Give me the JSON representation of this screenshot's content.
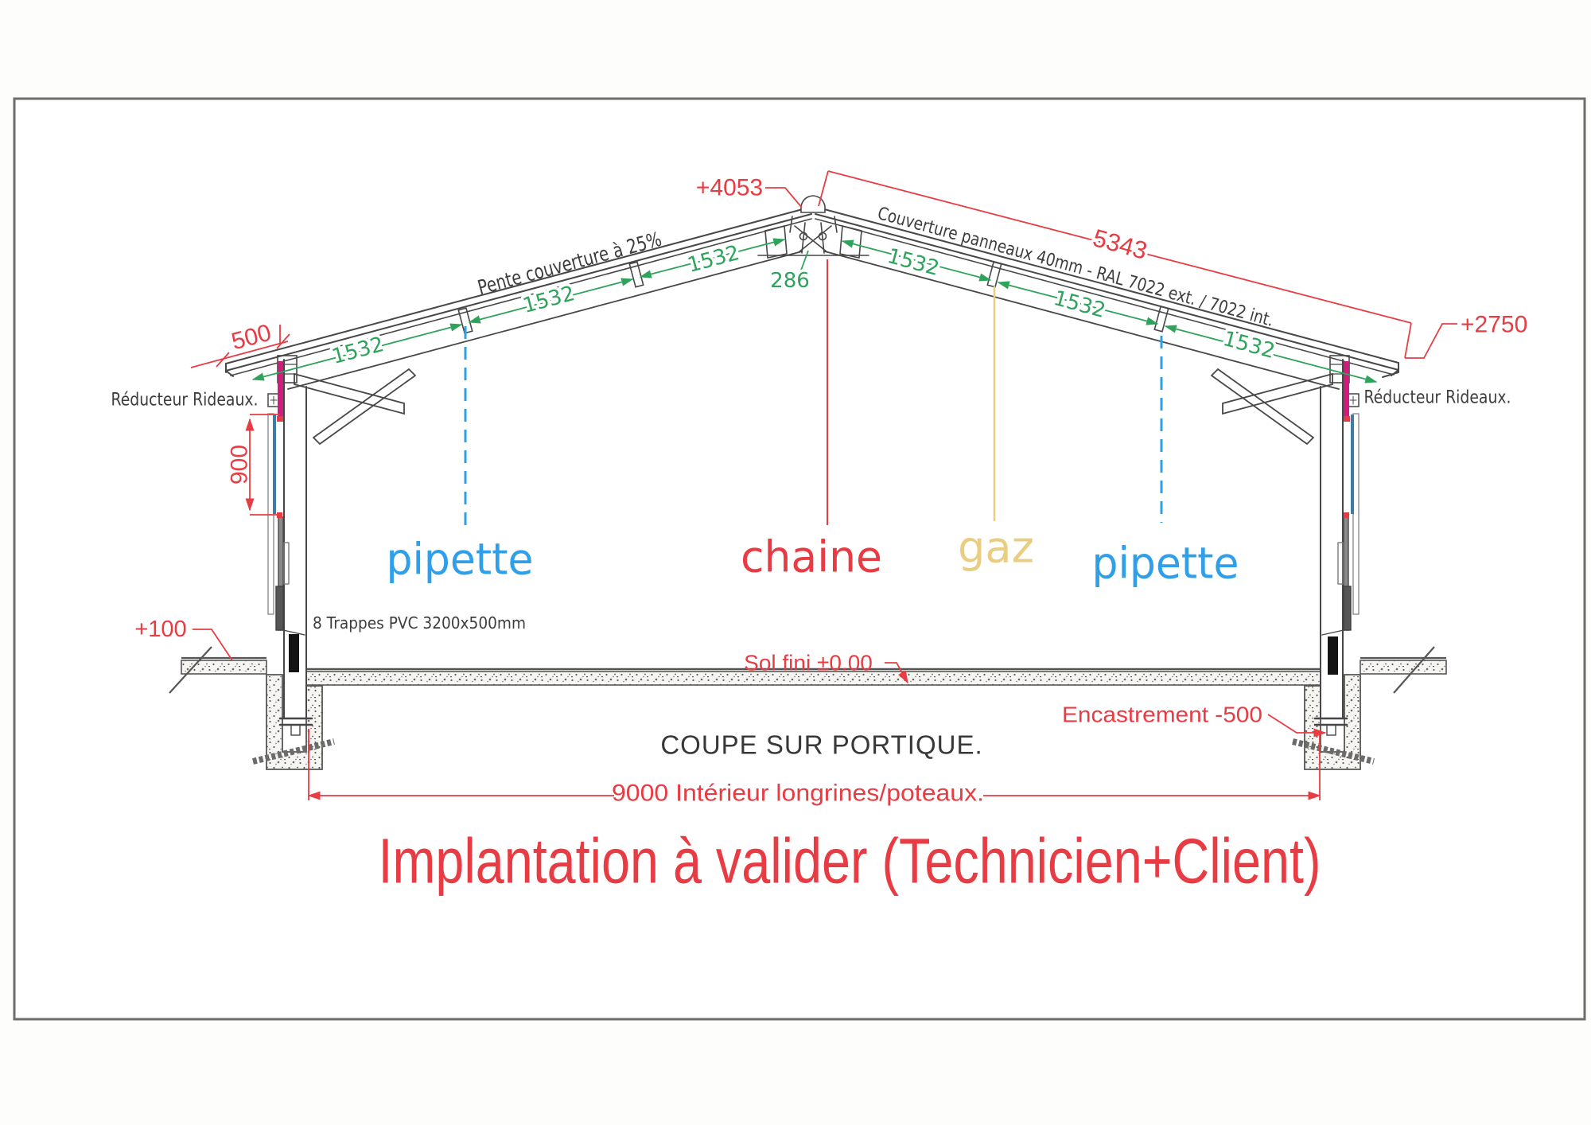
{
  "drawing": {
    "section_title": "COUPE SUR PORTIQUE.",
    "validation_note": "Implantation à valider (Technicien+Client)",
    "levels": {
      "apex": "+4053",
      "eave": "+2750",
      "exterior": "+100",
      "floor": "Sol fini ±0.00",
      "embed": "Encastrement -500"
    },
    "dims": {
      "roof_panel": "1532",
      "ridge_gap": "286",
      "slope_length": "5343",
      "overhang": "500",
      "curtain": "900",
      "span": "9000 Intérieur longrines/poteaux."
    },
    "notes": {
      "slope": "Pente couverture à 25%",
      "roof_panels": "Couverture panneaux 40mm - RAL 7022 ext. / 7022 int.",
      "reducer_left": "Réducteur Rideaux.",
      "reducer_right": "Réducteur Rideaux.",
      "trappes": "8 Trappes PVC 3200x500mm"
    },
    "utilities": {
      "pipette_left": "pipette",
      "chaine": "chaine",
      "gaz": "gaz",
      "pipette_right": "pipette"
    },
    "colors": {
      "red": "#e83c44",
      "green": "#2fa35c",
      "blue": "#2e9fe8",
      "yellow": "#e9cd82",
      "magenta": "#d01c7c",
      "teal": "#3d7ca3",
      "line": "#474747"
    }
  }
}
